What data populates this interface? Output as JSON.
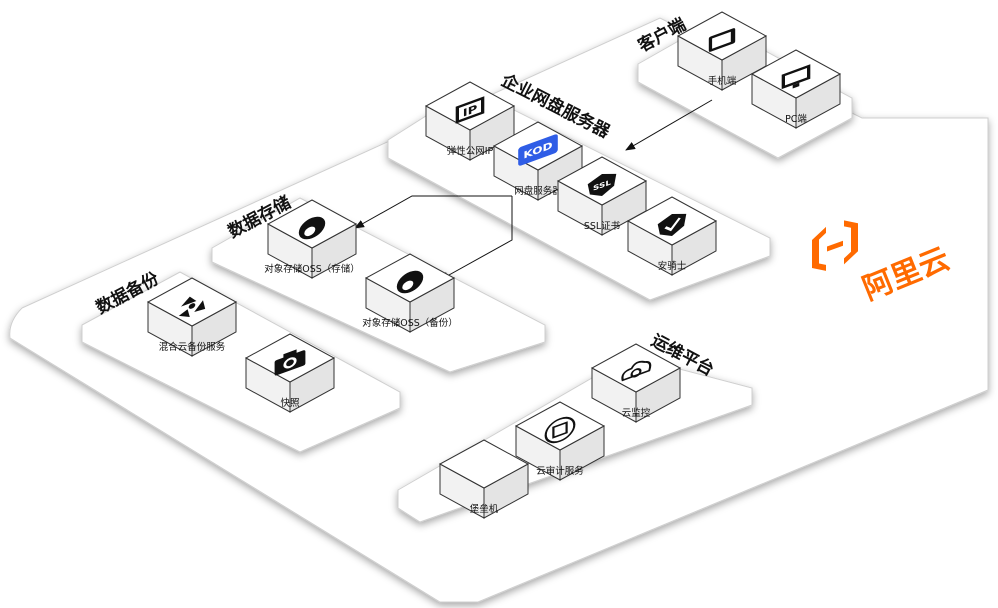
{
  "brand": {
    "name": "阿里云",
    "color": "#ff6a00"
  },
  "groups": {
    "client": "客户端",
    "enterprise": "企业网盘服务器",
    "storage": "数据存储",
    "backup": "数据备份",
    "ops": "运维平台"
  },
  "nodes": {
    "phone": {
      "label": "手机端",
      "icon": "tablet-icon"
    },
    "pc": {
      "label": "PC端",
      "icon": "monitor-icon"
    },
    "eip": {
      "label": "弹性公网IP",
      "icon": "ip-icon"
    },
    "netdisk": {
      "label": "网盘服务器",
      "icon": "kod-logo-icon",
      "accent": "#2f5de6"
    },
    "ssl": {
      "label": "SSL证书",
      "icon": "ssl-shield-icon"
    },
    "guard": {
      "label": "安骑士",
      "icon": "shield-check-icon"
    },
    "oss_store": {
      "label": "对象存储OSS（存储）",
      "icon": "oss-icon"
    },
    "oss_backup": {
      "label": "对象存储OSS（备份）",
      "icon": "oss-icon"
    },
    "hybrid_backup": {
      "label": "混合云备份服务",
      "icon": "recycle-icon"
    },
    "snapshot": {
      "label": "快照",
      "icon": "camera-icon"
    },
    "bastion": {
      "label": "堡垒机",
      "icon": "blank-icon"
    },
    "audit": {
      "label": "云审计服务",
      "icon": "audit-icon"
    },
    "monitor": {
      "label": "云监控",
      "icon": "cloud-monitor-icon"
    }
  }
}
